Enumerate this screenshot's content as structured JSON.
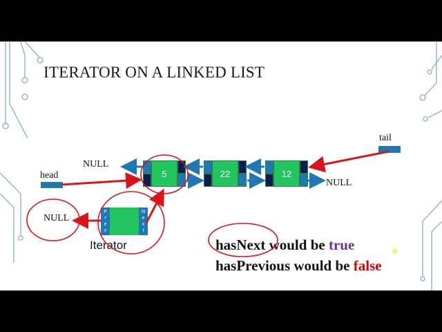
{
  "slide": {
    "title": "ITERATOR ON A LINKED LIST",
    "labels": {
      "head": "head",
      "tail": "tail",
      "null_top": "NULL",
      "null_right": "NULL",
      "null_iterator": "NULL",
      "iterator": "Iterator"
    },
    "nodes": [
      {
        "value": "5"
      },
      {
        "value": "22"
      },
      {
        "value": "12"
      }
    ],
    "iterator_box": {
      "prev_letters": [
        "P",
        "r",
        "e",
        "v"
      ],
      "next_letters": [
        "N",
        "e",
        "x",
        "t"
      ]
    },
    "statements": [
      {
        "prefix": "hasNext would be ",
        "value": "true",
        "value_color": "#7030a0"
      },
      {
        "prefix": "hasPrevious would be ",
        "value": "false",
        "value_color": "#e00000"
      }
    ],
    "colors": {
      "annotation_red": "#d9141b",
      "pointer_blue": "#1f77b4",
      "node_green": "#22c55e",
      "dark_cell": "#0b1f4d",
      "circuit_decor": "#7fb0c8"
    }
  }
}
